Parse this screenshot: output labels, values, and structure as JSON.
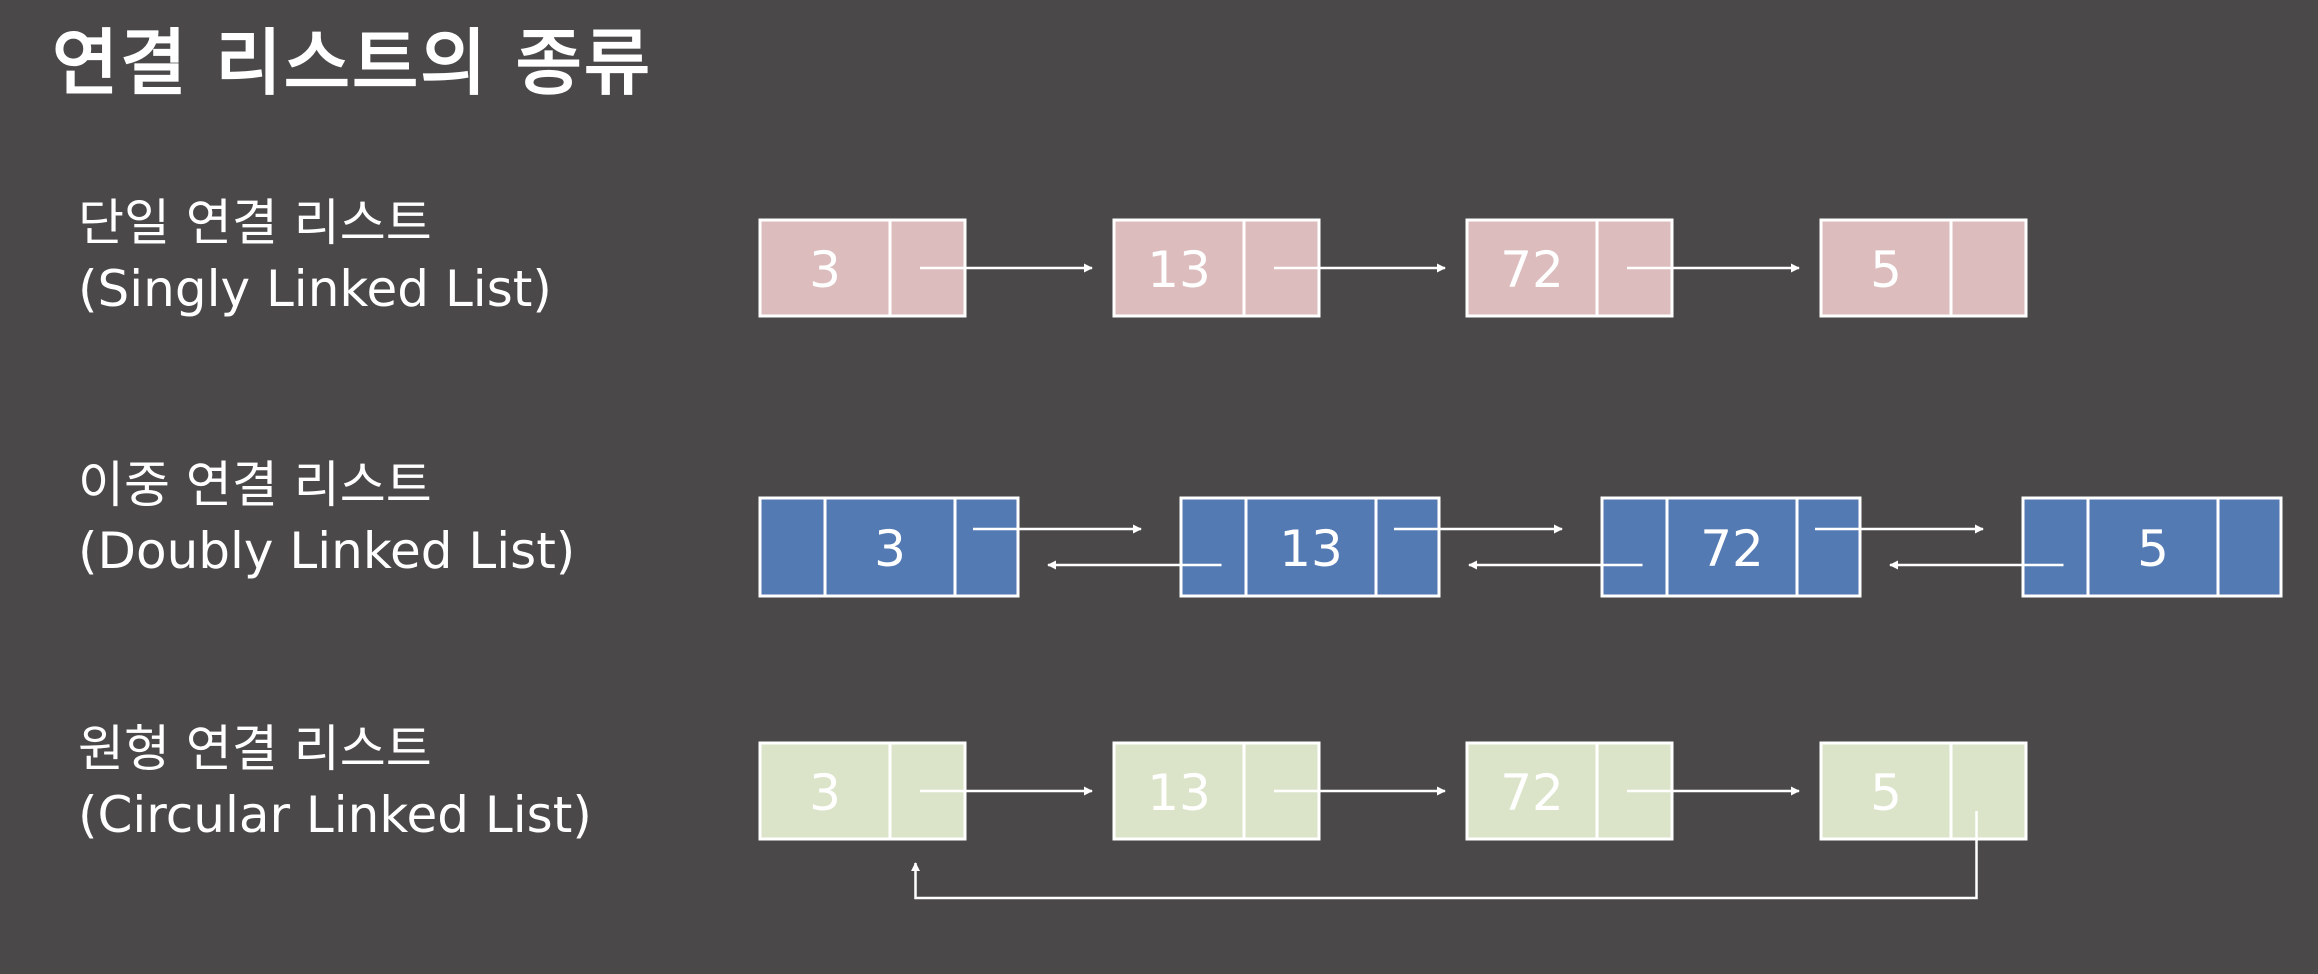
{
  "title": "연결 리스트의 종류",
  "colors": {
    "background": "#4a4849",
    "singly_node": "#dcbcbd",
    "doubly_node": "#547ab4",
    "circular_node": "#dbe4c8",
    "border": "#ffffff",
    "arrow": "#ffffff"
  },
  "lists": [
    {
      "id": "singly",
      "label_ko": "단일 연결 리스트",
      "label_en": "(Singly Linked List)",
      "values": [
        "3",
        "13",
        "72",
        "5"
      ]
    },
    {
      "id": "doubly",
      "label_ko": "이중 연결 리스트",
      "label_en": "(Doubly Linked List)",
      "values": [
        "3",
        "13",
        "72",
        "5"
      ]
    },
    {
      "id": "circular",
      "label_ko": "원형 연결 리스트",
      "label_en": "(Circular Linked List)",
      "values": [
        "3",
        "13",
        "72",
        "5"
      ]
    }
  ]
}
